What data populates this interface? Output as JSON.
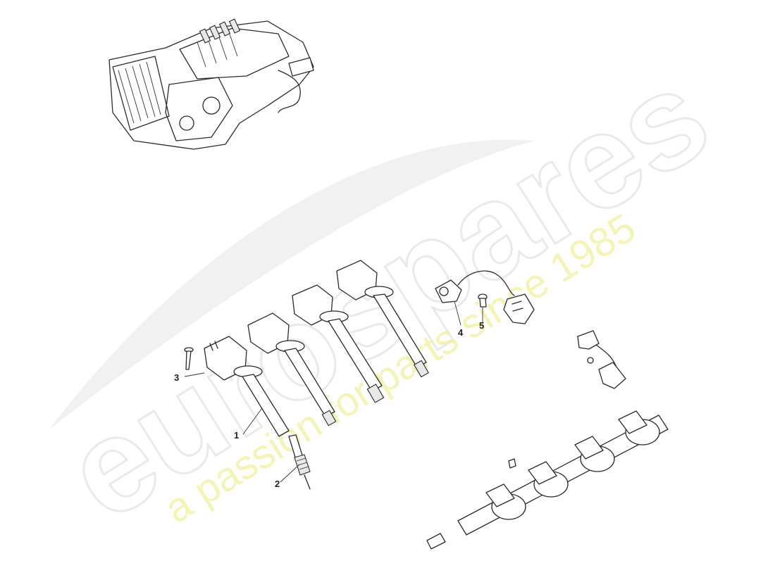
{
  "watermark": {
    "brand": "eurospares",
    "tagline": "a passion for parts since 1985",
    "colors": {
      "brand_outline": "#d9d9d9",
      "tagline": "#f2f09a"
    }
  },
  "callouts": [
    {
      "id": "1",
      "label": "1"
    },
    {
      "id": "2",
      "label": "2"
    },
    {
      "id": "3",
      "label": "3"
    },
    {
      "id": "4",
      "label": "4"
    },
    {
      "id": "5",
      "label": "5"
    }
  ],
  "parts": {
    "engine_overview": "engine-assembly",
    "ignition_coils": "ignition-coil",
    "spark_plug": "spark-plug",
    "bolt": "bolt",
    "camshaft_sensor": "camshaft-position-sensor",
    "sensor_bolt": "screw",
    "crank_sensor": "crankshaft-sensor",
    "coil_rail": "ignition-coil-rail"
  }
}
